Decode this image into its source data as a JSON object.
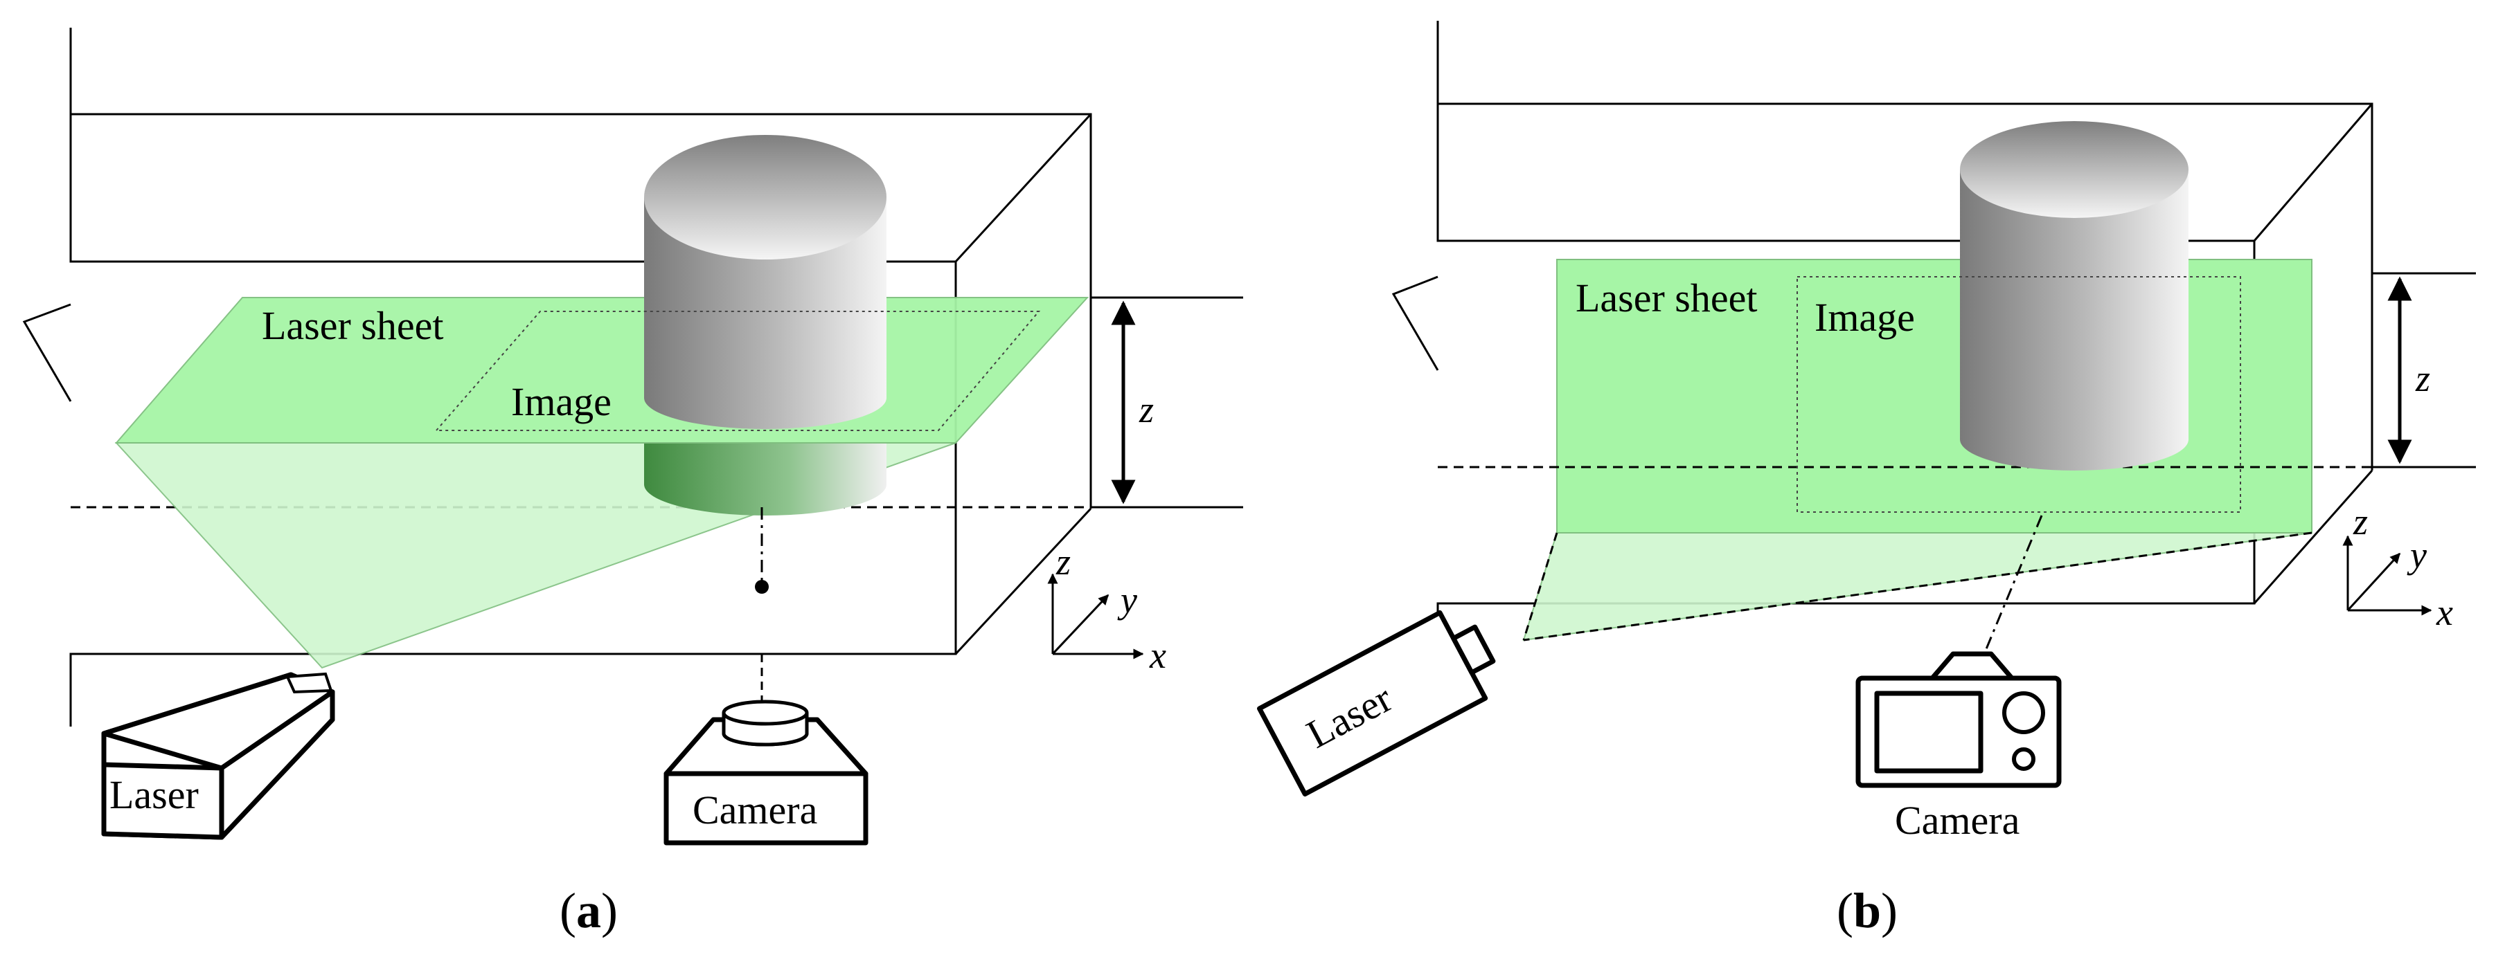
{
  "panel_a": {
    "laser_sheet_label": "Laser sheet",
    "image_label": "Image",
    "laser_label": "Laser",
    "camera_label": "Camera",
    "dim_label": "z",
    "axes": {
      "x": "x",
      "y": "y",
      "z": "z"
    },
    "caption_open": "(",
    "caption_letter": "a",
    "caption_close": ")"
  },
  "panel_b": {
    "laser_sheet_label": "Laser sheet",
    "image_label": "Image",
    "laser_label": "Laser",
    "camera_label": "Camera",
    "dim_label": "z",
    "axes": {
      "x": "x",
      "y": "y",
      "z": "z"
    },
    "caption_open": "(",
    "caption_letter": "b",
    "caption_close": ")"
  },
  "colors": {
    "laser_sheet": "#a6f5a6",
    "laser_beam": "#cff7cf",
    "cylinder_light": "#f2f2f2",
    "cylinder_dark": "#8c8c8c"
  }
}
